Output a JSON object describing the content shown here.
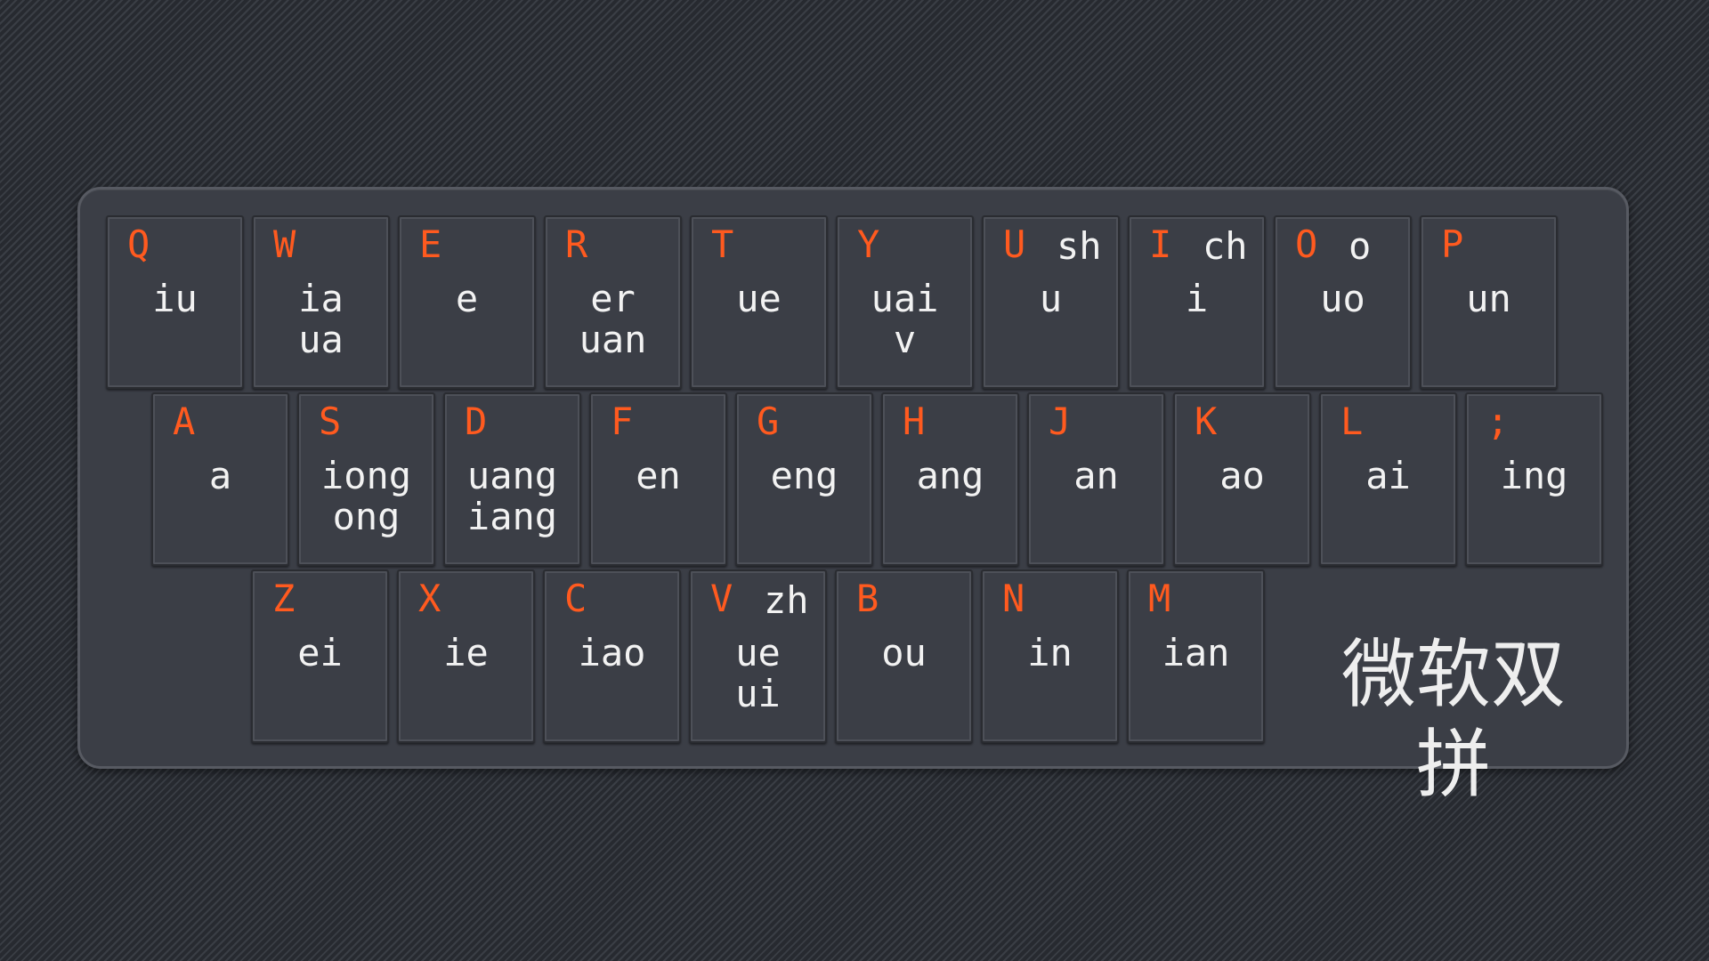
{
  "title": "微软双拼",
  "colors": {
    "letter": "#ff5a1f",
    "text": "#f2f2f2",
    "key_face": "#3b3e46",
    "background": "#2e3138"
  },
  "rows": [
    {
      "keys": [
        {
          "letter": "Q",
          "shengmu": "",
          "finals": [
            "iu"
          ]
        },
        {
          "letter": "W",
          "shengmu": "",
          "finals": [
            "ia",
            "ua"
          ]
        },
        {
          "letter": "E",
          "shengmu": "",
          "finals": [
            "e"
          ]
        },
        {
          "letter": "R",
          "shengmu": "",
          "finals": [
            "er",
            "uan"
          ]
        },
        {
          "letter": "T",
          "shengmu": "",
          "finals": [
            "ue"
          ]
        },
        {
          "letter": "Y",
          "shengmu": "",
          "finals": [
            "uai",
            "v"
          ]
        },
        {
          "letter": "U",
          "shengmu": "sh",
          "finals": [
            "u"
          ]
        },
        {
          "letter": "I",
          "shengmu": "ch",
          "finals": [
            "i"
          ]
        },
        {
          "letter": "O",
          "shengmu": "o",
          "finals": [
            "uo"
          ]
        },
        {
          "letter": "P",
          "shengmu": "",
          "finals": [
            "un"
          ]
        }
      ]
    },
    {
      "keys": [
        {
          "letter": "A",
          "shengmu": "",
          "finals": [
            "a"
          ]
        },
        {
          "letter": "S",
          "shengmu": "",
          "finals": [
            "iong",
            "ong"
          ]
        },
        {
          "letter": "D",
          "shengmu": "",
          "finals": [
            "uang",
            "iang"
          ]
        },
        {
          "letter": "F",
          "shengmu": "",
          "finals": [
            "en"
          ]
        },
        {
          "letter": "G",
          "shengmu": "",
          "finals": [
            "eng"
          ]
        },
        {
          "letter": "H",
          "shengmu": "",
          "finals": [
            "ang"
          ]
        },
        {
          "letter": "J",
          "shengmu": "",
          "finals": [
            "an"
          ]
        },
        {
          "letter": "K",
          "shengmu": "",
          "finals": [
            "ao"
          ]
        },
        {
          "letter": "L",
          "shengmu": "",
          "finals": [
            "ai"
          ]
        },
        {
          "letter": ";",
          "shengmu": "",
          "finals": [
            "ing"
          ]
        }
      ]
    },
    {
      "keys": [
        {
          "letter": "Z",
          "shengmu": "",
          "finals": [
            "ei"
          ]
        },
        {
          "letter": "X",
          "shengmu": "",
          "finals": [
            "ie"
          ]
        },
        {
          "letter": "C",
          "shengmu": "",
          "finals": [
            "iao"
          ]
        },
        {
          "letter": "V",
          "shengmu": "zh",
          "finals": [
            "ue",
            "ui"
          ]
        },
        {
          "letter": "B",
          "shengmu": "",
          "finals": [
            "ou"
          ]
        },
        {
          "letter": "N",
          "shengmu": "",
          "finals": [
            "in"
          ]
        },
        {
          "letter": "M",
          "shengmu": "",
          "finals": [
            "ian"
          ]
        }
      ]
    }
  ]
}
